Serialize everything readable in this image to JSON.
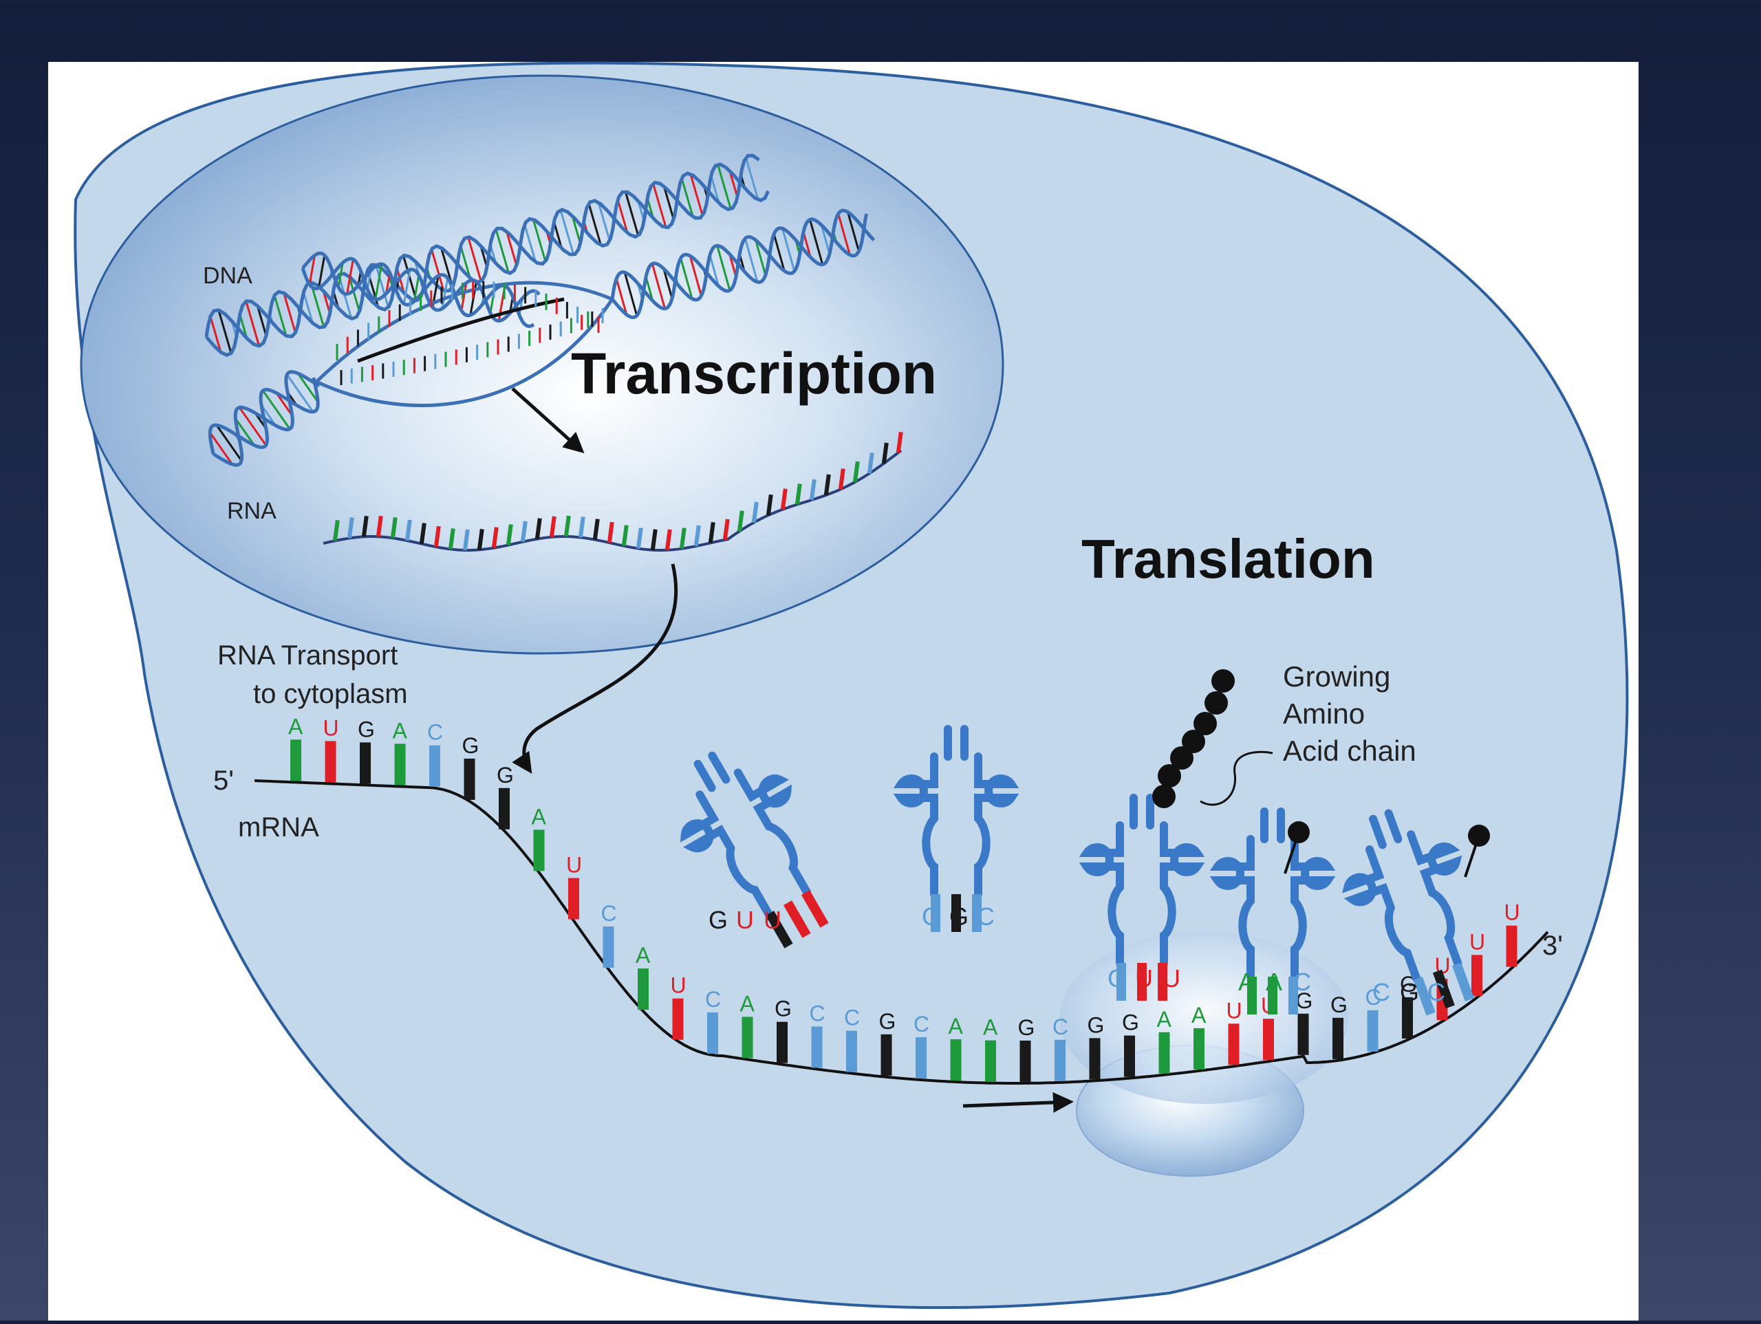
{
  "labels": {
    "dna": "DNA",
    "transcription": "Transcription",
    "rna": "RNA",
    "rna_transport_line1": "RNA Transport",
    "rna_transport_line2": "to cytoplasm",
    "five_prime": "5'",
    "mrna": "mRNA",
    "translation": "Translation",
    "growing_line1": "Growing",
    "growing_line2": "Amino",
    "growing_line3": "Acid chain",
    "three_prime": "3'"
  },
  "mrna_bases": [
    "A",
    "U",
    "G",
    "A",
    "C",
    "G",
    "G",
    "A",
    "U",
    "C",
    "A",
    "U",
    "C",
    "A",
    "G",
    "C",
    "C",
    "G",
    "C",
    "A",
    "A",
    "G",
    "C",
    "G",
    "G",
    "A",
    "A",
    "U",
    "U",
    "G",
    "G",
    "C",
    "G",
    "U",
    "U",
    "U"
  ],
  "trna_anticodons": [
    [
      "G",
      "U",
      "U"
    ],
    [
      "C",
      "G",
      "C"
    ],
    [
      "C",
      "U",
      "U"
    ],
    [
      "A",
      "A",
      "C"
    ],
    [
      "C",
      "G",
      "C"
    ]
  ],
  "base_colors": {
    "A": "#1e9a3c",
    "U": "#e01e26",
    "G": "#1a1a1a",
    "C": "#5b9bd5"
  },
  "colors": {
    "cell_fill": "#c4d8ec",
    "cell_stroke": "#2c5e9e",
    "nucleus_fill": "#9dbde0",
    "trna": "#3a78c8",
    "ribosome": "#a9c7e6"
  }
}
